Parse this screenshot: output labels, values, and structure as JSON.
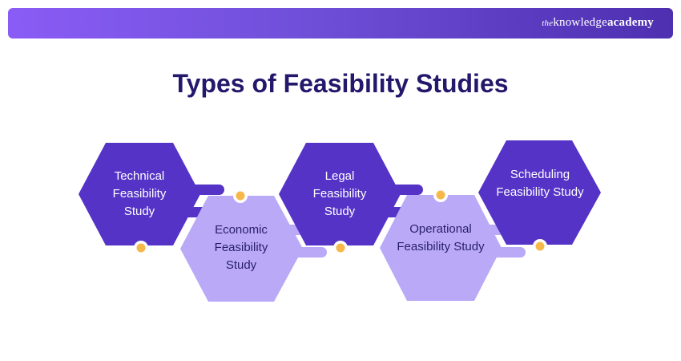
{
  "header": {
    "brand_prefix": "the",
    "brand_main": "knowledge",
    "brand_bold": "academy"
  },
  "title": "Types of Feasibility Studies",
  "steps": [
    {
      "label": "Technical Feasibility Study",
      "style": "dark"
    },
    {
      "label": "Economic Feasibility Study",
      "style": "light"
    },
    {
      "label": "Legal Feasibility Study",
      "style": "dark"
    },
    {
      "label": "Operational Feasibility Study",
      "style": "light"
    },
    {
      "label": "Scheduling Feasibility Study",
      "style": "dark"
    }
  ],
  "colors": {
    "dark_hex": "#5433c6",
    "light_hex": "#b9a9f7",
    "connector_dark": "#5433c6",
    "connector_light": "#b9a9f7",
    "dot": "#f7b84b",
    "title": "#23186b"
  }
}
